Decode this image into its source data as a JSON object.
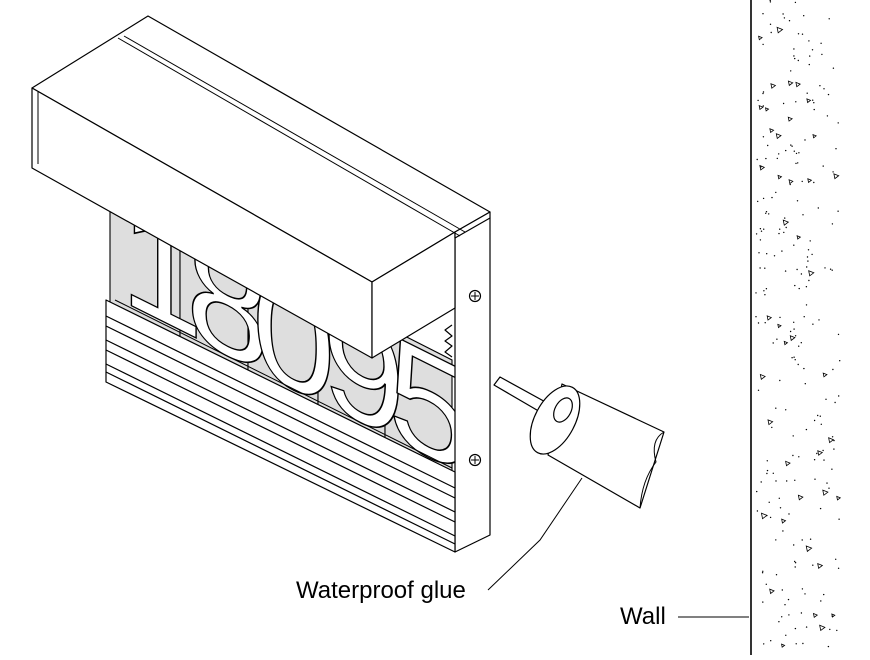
{
  "labels": {
    "glue": "Waterproof glue",
    "wall": "Wall"
  },
  "house_number": {
    "digits": [
      "1",
      "8",
      "0",
      "9",
      "5"
    ]
  },
  "icons": [
    "screw-icon",
    "glue-tube-icon",
    "wall-texture"
  ]
}
